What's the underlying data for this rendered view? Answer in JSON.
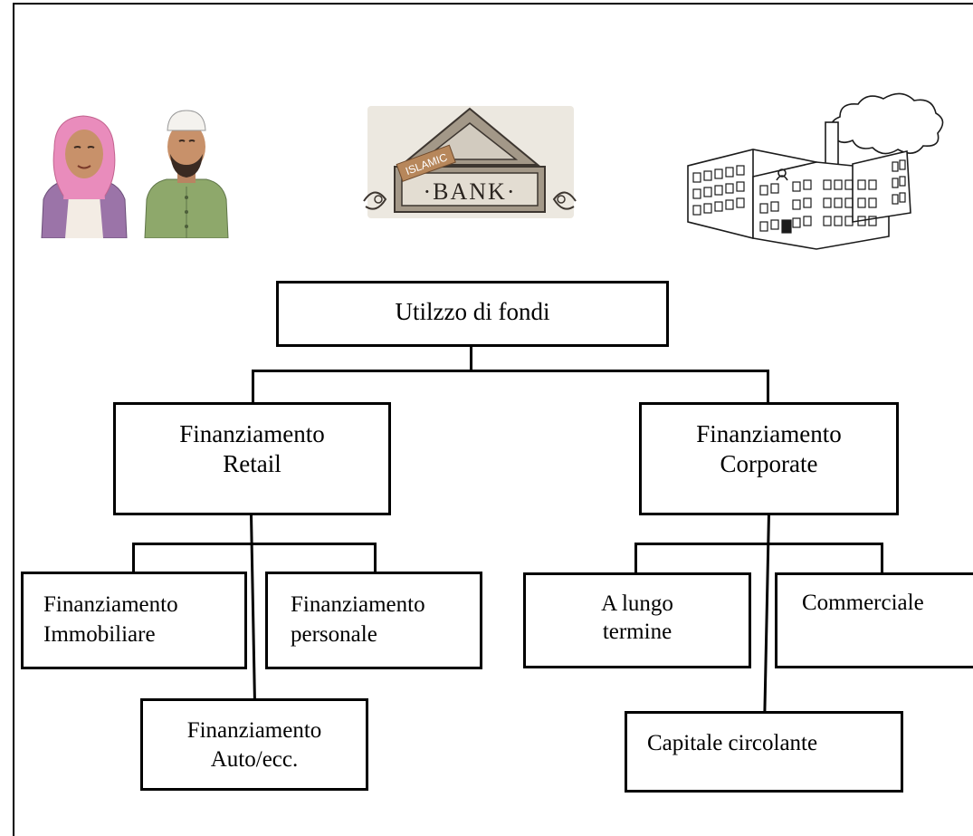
{
  "root": {
    "label": "Utilzzo di fondi"
  },
  "retail": {
    "label_line1": "Finanziamento",
    "label_line2": "Retail",
    "children": {
      "immobiliare": {
        "line1": "Finanziamento",
        "line2": "Immobiliare"
      },
      "personale": {
        "line1": "Finanziamento",
        "line2": "personale"
      },
      "auto": {
        "line1": "Finanziamento",
        "line2": "Auto/ecc."
      }
    }
  },
  "corporate": {
    "label_line1": "Finanziamento",
    "label_line2": "Corporate",
    "children": {
      "lungo_termine": {
        "line1": "A lungo",
        "line2": "termine"
      },
      "commerciale": {
        "line1": "Commerciale"
      },
      "capitale": {
        "line1": "Capitale circolante"
      }
    }
  },
  "illustrations": {
    "bank_sign_tag": "ISLAMIC",
    "bank_sign_text": "·BANK·"
  },
  "colors": {
    "line": "#000000",
    "hijab": "#e98cbc",
    "woman_cardigan": "#9b74a8",
    "man_shirt": "#8ea86b",
    "bank_stone": "#a39888",
    "bank_tag": "#b7875b"
  },
  "icons": [
    "muslim-woman-icon",
    "muslim-man-icon",
    "islamic-bank-icon",
    "factory-icon"
  ]
}
